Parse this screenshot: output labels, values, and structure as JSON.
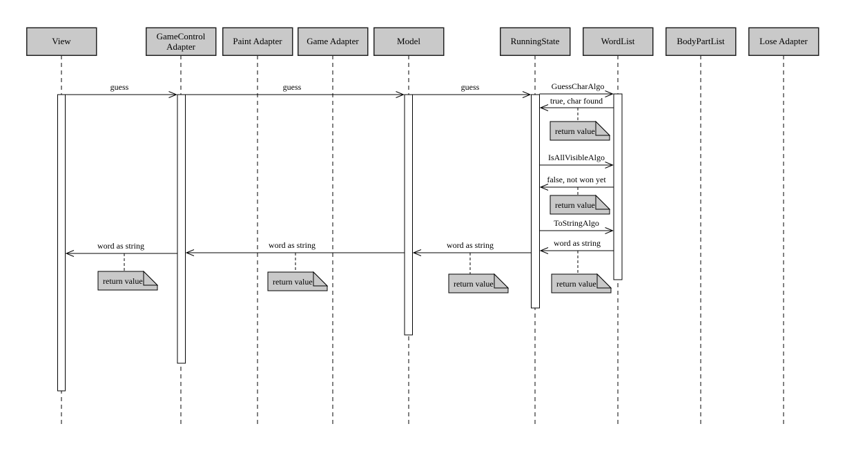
{
  "colors": {
    "background": "#ffffff",
    "box_fill": "#c9c9c9",
    "note_fill": "#c9c9c9",
    "line": "#000000",
    "text": "#000000"
  },
  "actors": [
    {
      "label": "View"
    },
    {
      "lines": [
        "GameControl",
        "Adapter"
      ]
    },
    {
      "label": "Paint Adapter"
    },
    {
      "label": "Game Adapter"
    },
    {
      "label": "Model"
    },
    {
      "label": "RunningState"
    },
    {
      "label": "WordList"
    },
    {
      "label": "BodyPartList"
    },
    {
      "label": "Lose Adapter"
    }
  ],
  "messages": [
    {
      "label": "guess",
      "from": "View",
      "to": "GameControl Adapter",
      "type": "call"
    },
    {
      "label": "guess",
      "from": "GameControl Adapter",
      "to": "Model",
      "type": "call"
    },
    {
      "label": "guess",
      "from": "Model",
      "to": "RunningState",
      "type": "call"
    },
    {
      "label": "GuessCharAlgo",
      "from": "RunningState",
      "to": "WordList",
      "type": "call"
    },
    {
      "label": "true, char found",
      "from": "WordList",
      "to": "RunningState",
      "type": "return"
    },
    {
      "label": "IsAllVisibleAlgo",
      "from": "RunningState",
      "to": "WordList",
      "type": "call"
    },
    {
      "label": "false, not won yet",
      "from": "WordList",
      "to": "RunningState",
      "type": "return"
    },
    {
      "label": "ToStringAlgo",
      "from": "RunningState",
      "to": "WordList",
      "type": "call"
    },
    {
      "label": "word as string",
      "from": "WordList",
      "to": "RunningState",
      "type": "return"
    },
    {
      "label": "word as string",
      "from": "RunningState",
      "to": "Model",
      "type": "return"
    },
    {
      "label": "word as string",
      "from": "Model",
      "to": "GameControl Adapter",
      "type": "return"
    },
    {
      "label": "word as string",
      "from": "GameControl Adapter",
      "to": "View",
      "type": "return"
    }
  ],
  "notes": [
    {
      "text": "return value"
    },
    {
      "text": "return value"
    },
    {
      "text": "return value"
    },
    {
      "text": "return value"
    },
    {
      "text": "return value"
    },
    {
      "text": "return value"
    }
  ]
}
